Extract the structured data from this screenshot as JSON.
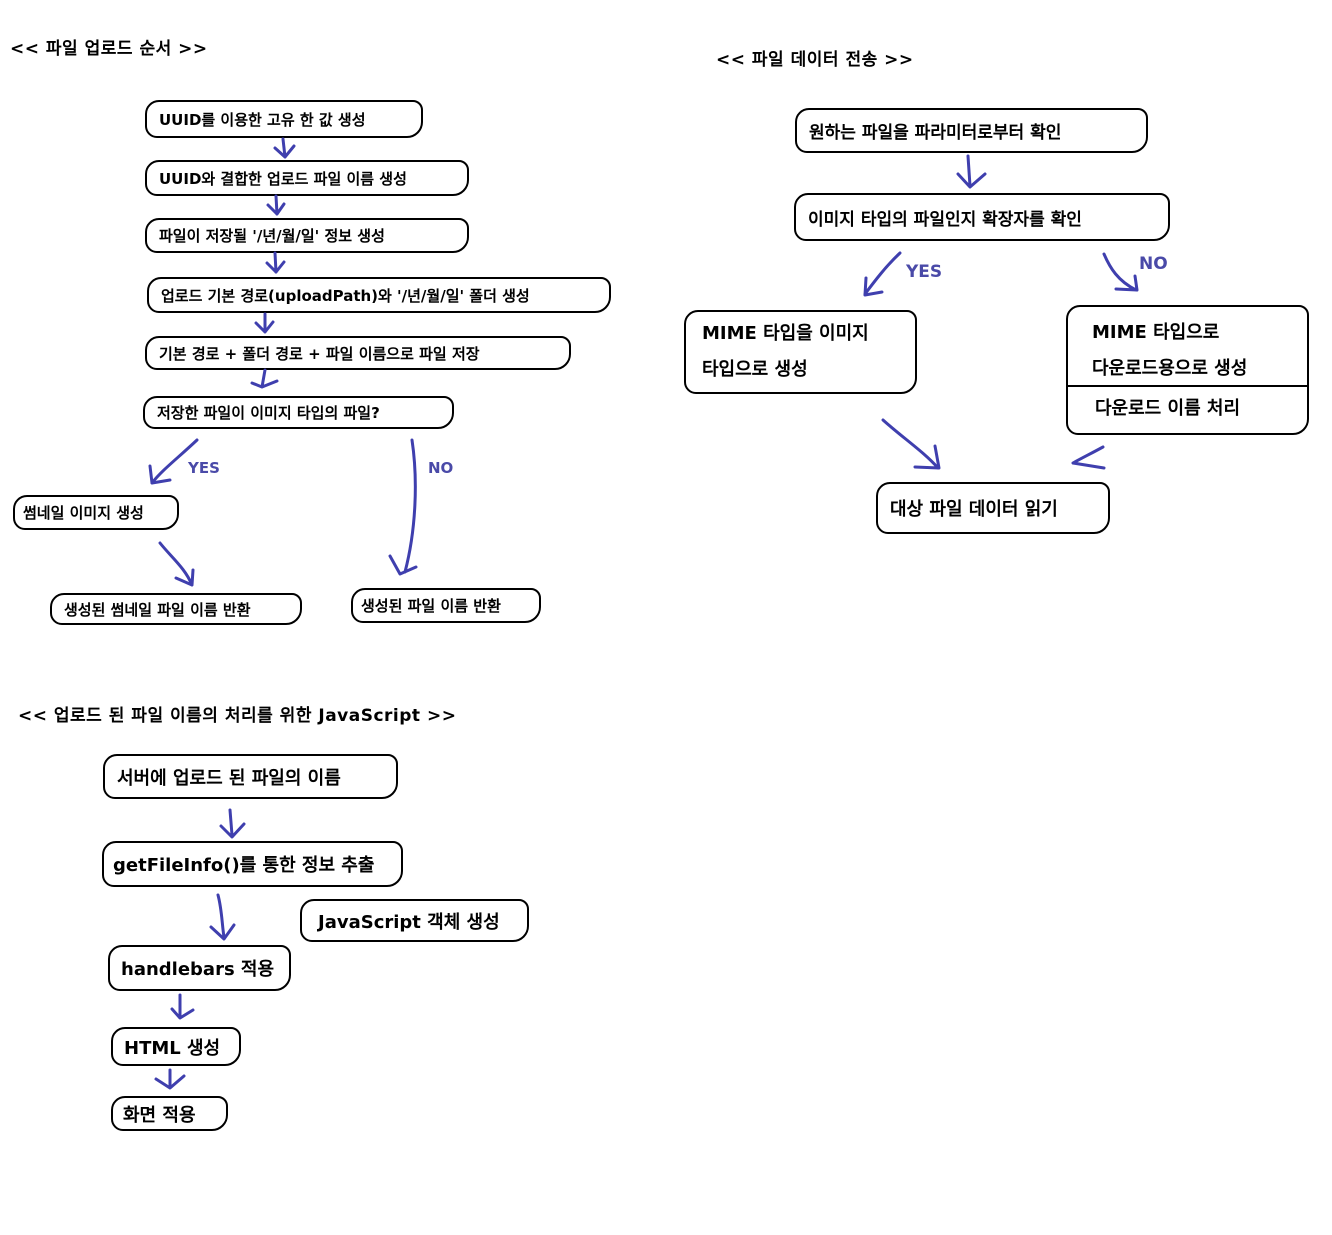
{
  "section_upload": {
    "title": "<< 파일 업로드 순서 >>",
    "steps": [
      "UUID를 이용한 고유 한 값 생성",
      "UUID와 결합한 업로드 파일 이름 생성",
      "파일이 저장될 '/년/월/일' 정보 생성",
      "업로드 기본 경로(uploadPath)와 '/년/월/일' 폴더 생성",
      "기본 경로 + 폴더 경로 + 파일 이름으로 파일 저장",
      "저장한 파일이 이미지 타입의 파일?"
    ],
    "yes_label": "YES",
    "no_label": "NO",
    "yes_step": "썸네일 이미지 생성",
    "yes_result": "생성된 썸네일 파일 이름 반환",
    "no_result": "생성된 파일 이름 반환"
  },
  "section_transfer": {
    "title": "<< 파일 데이터 전송 >>",
    "step1": "원하는 파일을 파라미터로부터 확인",
    "step2": "이미지 타입의 파일인지 확장자를 확인",
    "yes_label": "YES",
    "no_label": "NO",
    "yes_box": {
      "line1": "MIME 타입을 이미지",
      "line2": "타입으로 생성"
    },
    "no_box": {
      "line1": "MIME 타입으로",
      "line2": "다운로드용으로 생성",
      "line3": "다운로드 이름 처리"
    },
    "final": "대상 파일 데이터 읽기"
  },
  "section_js": {
    "title": "<< 업로드 된 파일 이름의 처리를 위한 JavaScript >>",
    "steps": [
      "서버에 업로드 된 파일의 이름",
      "getFileInfo()를 통한 정보 추출",
      "handlebars 적용",
      "HTML 생성",
      "화면 적용"
    ],
    "side_note": "JavaScript 객체 생성"
  },
  "colors": {
    "arrow": "#3f3fae",
    "label": "#4a4aa8",
    "border": "#000000"
  }
}
